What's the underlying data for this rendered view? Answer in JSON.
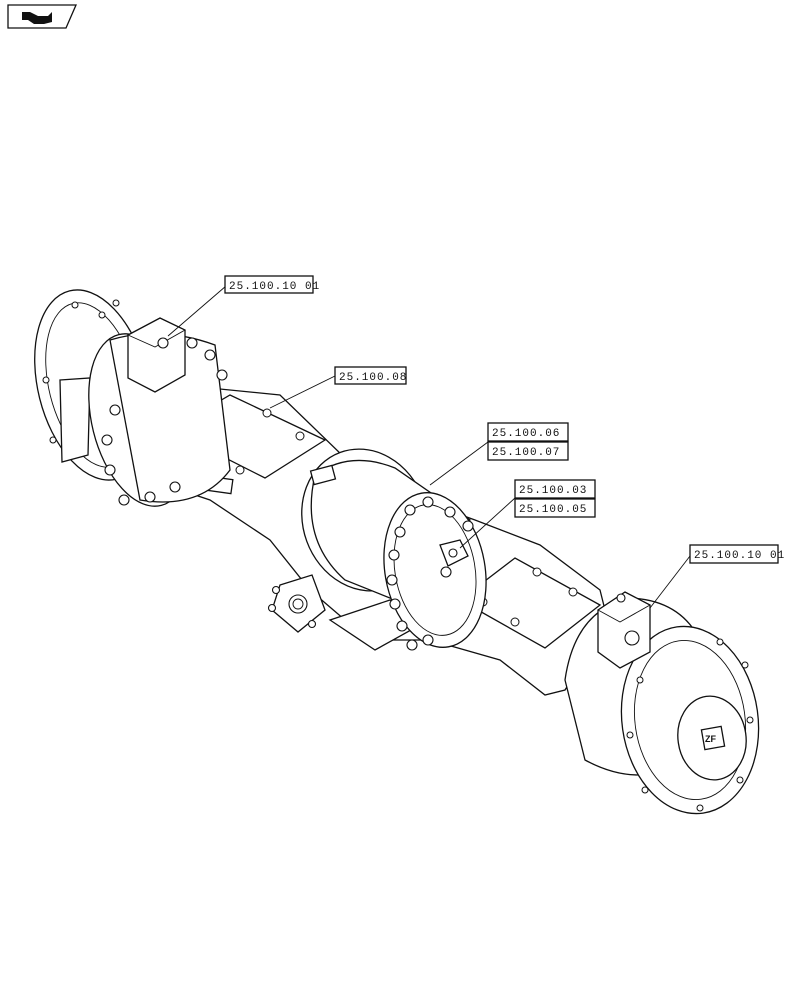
{
  "nav_icon": "book-navigation-icon",
  "refs": [
    {
      "id": "ref-1",
      "label": "25.100.10 01"
    },
    {
      "id": "ref-2",
      "label": "25.100.08"
    },
    {
      "id": "ref-3",
      "label": "25.100.06"
    },
    {
      "id": "ref-4",
      "label": "25.100.07"
    },
    {
      "id": "ref-5",
      "label": "25.100.03"
    },
    {
      "id": "ref-6",
      "label": "25.100.05"
    },
    {
      "id": "ref-7",
      "label": "25.100.10 01"
    }
  ],
  "emblem_text": "ZF"
}
